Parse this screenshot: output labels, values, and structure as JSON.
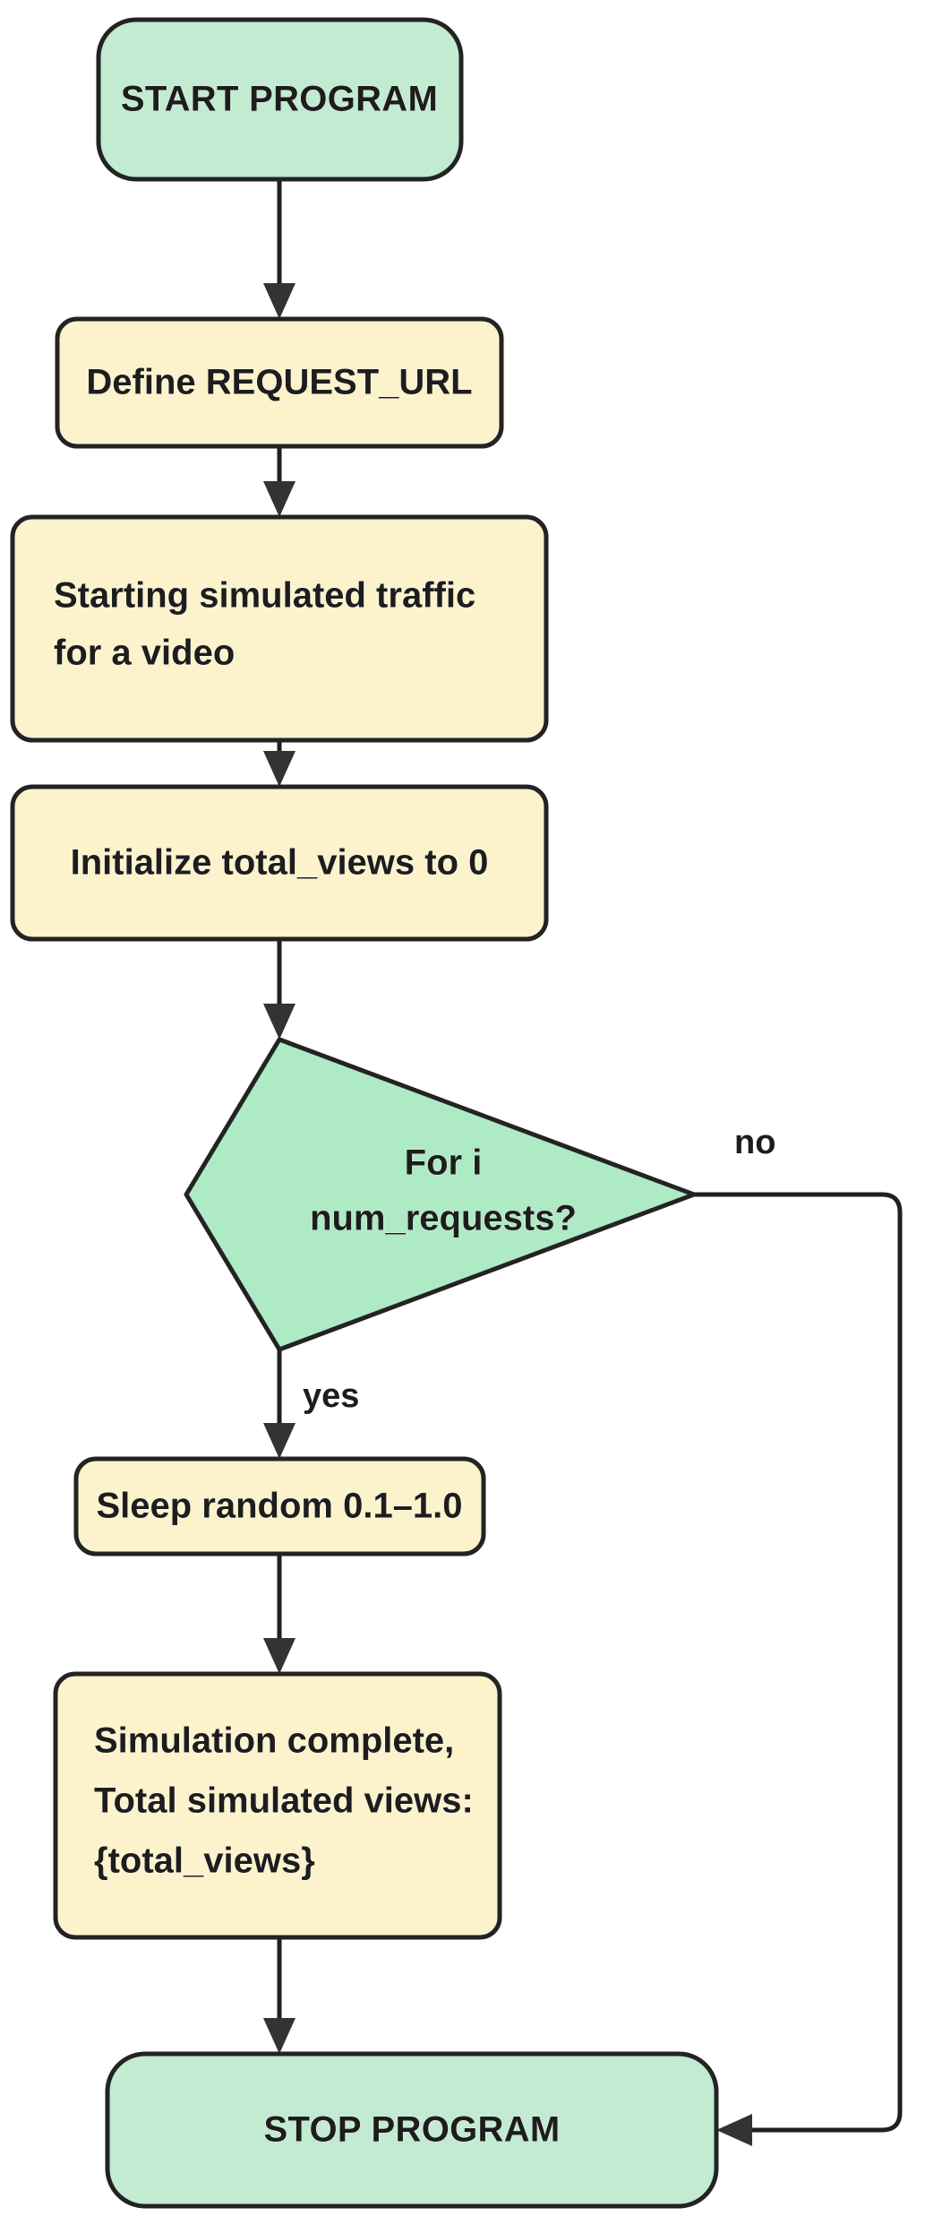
{
  "diagram": {
    "type": "flowchart",
    "orientation": "top-to-bottom",
    "background_color": "#ffffff",
    "palette": {
      "terminator_fill": "#c2ebd1",
      "decision_fill": "#aeeac4",
      "process_fill": "#fcf3cd",
      "stroke": "#232323",
      "text": "#1d1d1d"
    },
    "nodes": [
      {
        "id": "start",
        "shape": "stadium",
        "label": "START PROGRAM"
      },
      {
        "id": "define",
        "shape": "rounded",
        "label": "Define REQUEST_URL"
      },
      {
        "id": "banner",
        "shape": "rounded",
        "label_line1": "Starting simulated traffic",
        "label_line2": "for a video"
      },
      {
        "id": "init",
        "shape": "rounded",
        "label": "Initialize total_views to 0"
      },
      {
        "id": "loop",
        "shape": "diamond",
        "label_line1": "For i",
        "label_line2": "num_requests?"
      },
      {
        "id": "sleep",
        "shape": "rounded",
        "label": "Sleep random 0.1–1.0"
      },
      {
        "id": "summary",
        "shape": "rounded",
        "label_line1": "Simulation complete,",
        "label_line2": "Total simulated views:",
        "label_line3": "{total_views}"
      },
      {
        "id": "stop",
        "shape": "stadium",
        "label": "STOP PROGRAM"
      }
    ],
    "edges": [
      {
        "from": "start",
        "to": "define",
        "label": ""
      },
      {
        "from": "define",
        "to": "banner",
        "label": ""
      },
      {
        "from": "banner",
        "to": "init",
        "label": ""
      },
      {
        "from": "init",
        "to": "loop",
        "label": ""
      },
      {
        "from": "loop",
        "to": "sleep",
        "label": "yes"
      },
      {
        "from": "loop",
        "to": "stop",
        "label": "no"
      },
      {
        "from": "sleep",
        "to": "summary",
        "label": ""
      },
      {
        "from": "summary",
        "to": "stop",
        "label": ""
      }
    ],
    "edge_labels": {
      "yes": "yes",
      "no": "no"
    }
  }
}
